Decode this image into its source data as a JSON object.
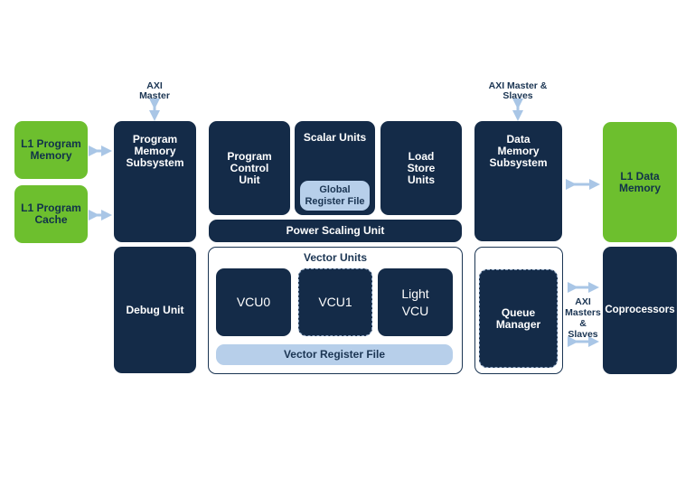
{
  "colors": {
    "dark": "#142b48",
    "green": "#6dbf2e",
    "light_blue": "#b7cfea",
    "arrow": "#a9c6e6"
  },
  "labels": {
    "axi_master": "AXI\nMaster",
    "axi_master_slaves": "AXI Master &\nSlaves",
    "axi_masters_slaves": "AXI\nMasters\n&\nSlaves"
  },
  "blocks": {
    "l1_program_memory": "L1 Program\nMemory",
    "l1_program_cache": "L1 Program\nCache",
    "program_memory_subsystem": "Program\nMemory\nSubsystem",
    "debug_unit": "Debug Unit",
    "program_control_unit": "Program\nControl\nUnit",
    "scalar_units": "Scalar Units",
    "global_register_file": "Global\nRegister File",
    "load_store_units": "Load\nStore\nUnits",
    "power_scaling_unit": "Power Scaling Unit",
    "vector_units": "Vector Units",
    "vcu0": "VCU0",
    "vcu1": "VCU1",
    "light_vcu": "Light\nVCU",
    "vector_register_file": "Vector Register File",
    "data_memory_subsystem": "Data\nMemory\nSubsystem",
    "queue_manager": "Queue\nManager",
    "l1_data_memory": "L1 Data\nMemory",
    "coprocessors": "Coprocessors"
  }
}
